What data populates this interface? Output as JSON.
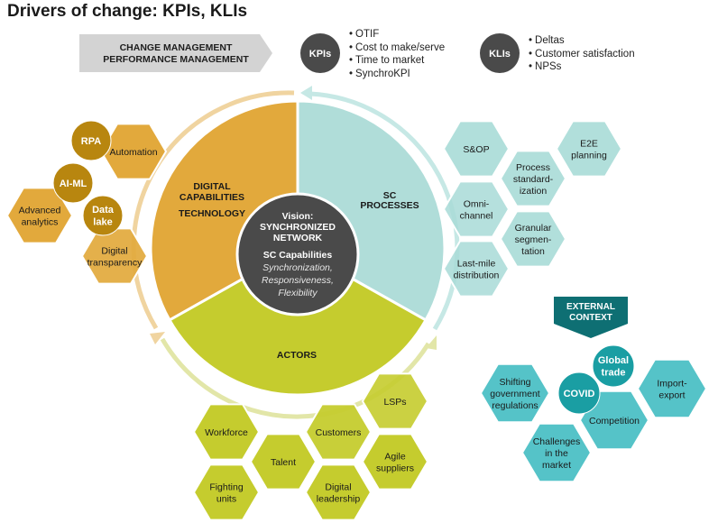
{
  "title": "Drivers of change: KPIs, KLIs",
  "banner": {
    "lines": [
      "CHANGE MANAGEMENT",
      "PERFORMANCE MANAGEMENT"
    ]
  },
  "kpis": {
    "label": "KPIs",
    "items": [
      "OTIF",
      "Cost to make/serve",
      "Time to market",
      "SynchroKPI"
    ]
  },
  "klis": {
    "label": "KLIs",
    "items": [
      "Deltas",
      "Customer satisfaction",
      "NPSs"
    ]
  },
  "wheel": {
    "digital": {
      "lines": [
        "DIGITAL",
        "CAPABILITIES"
      ],
      "sub": "TECHNOLOGY",
      "color": "#e2a93c"
    },
    "processes": {
      "lines": [
        "SC",
        "PROCESSES"
      ],
      "color": "#b0ddd9"
    },
    "actors": {
      "label": "ACTORS",
      "color": "#c5cc2e"
    },
    "center": {
      "vision_lines": [
        "Vision:",
        "SYNCHRONIZED",
        "NETWORK"
      ],
      "capabilities_title": "SC Capabilities",
      "capabilities": [
        "Synchronization,",
        "Responsiveness,",
        "Flexibility"
      ],
      "color": "#4a4a4a"
    }
  },
  "digital_hexes": [
    {
      "lines": [
        "Automation"
      ]
    },
    {
      "lines": [
        "Advanced",
        "analytics"
      ]
    },
    {
      "lines": [
        "Digital",
        "transparency"
      ]
    }
  ],
  "digital_circles": [
    {
      "lines": [
        "RPA"
      ]
    },
    {
      "lines": [
        "AI-ML"
      ]
    },
    {
      "lines": [
        "Data",
        "lake"
      ]
    }
  ],
  "process_hexes": [
    {
      "lines": [
        "S&OP"
      ]
    },
    {
      "lines": [
        "E2E",
        "planning"
      ]
    },
    {
      "lines": [
        "Process",
        "standard-",
        "ization"
      ]
    },
    {
      "lines": [
        "Omni-",
        "channel"
      ]
    },
    {
      "lines": [
        "Granular",
        "segmen-",
        "tation"
      ]
    },
    {
      "lines": [
        "Last-mile",
        "distribution"
      ]
    }
  ],
  "actor_hexes": [
    {
      "lines": [
        "Workforce"
      ]
    },
    {
      "lines": [
        "Talent"
      ]
    },
    {
      "lines": [
        "Fighting",
        "units"
      ]
    },
    {
      "lines": [
        "Customers"
      ]
    },
    {
      "lines": [
        "LSPs"
      ]
    },
    {
      "lines": [
        "Agile",
        "suppliers"
      ]
    },
    {
      "lines": [
        "Digital",
        "leadership"
      ]
    }
  ],
  "external": {
    "header_lines": [
      "EXTERNAL",
      "CONTEXT"
    ],
    "hexes": [
      {
        "lines": [
          "Shifting",
          "government",
          "regulations"
        ]
      },
      {
        "lines": [
          "Competition"
        ]
      },
      {
        "lines": [
          "Import-",
          "export"
        ]
      },
      {
        "lines": [
          "Challenges",
          "in the",
          "market"
        ]
      }
    ],
    "circles": [
      {
        "lines": [
          "Global",
          "trade"
        ]
      },
      {
        "lines": [
          "COVID"
        ]
      }
    ],
    "color": "#55c3c8",
    "dark_color": "#1a9ea3",
    "header_color": "#0e6f73"
  }
}
